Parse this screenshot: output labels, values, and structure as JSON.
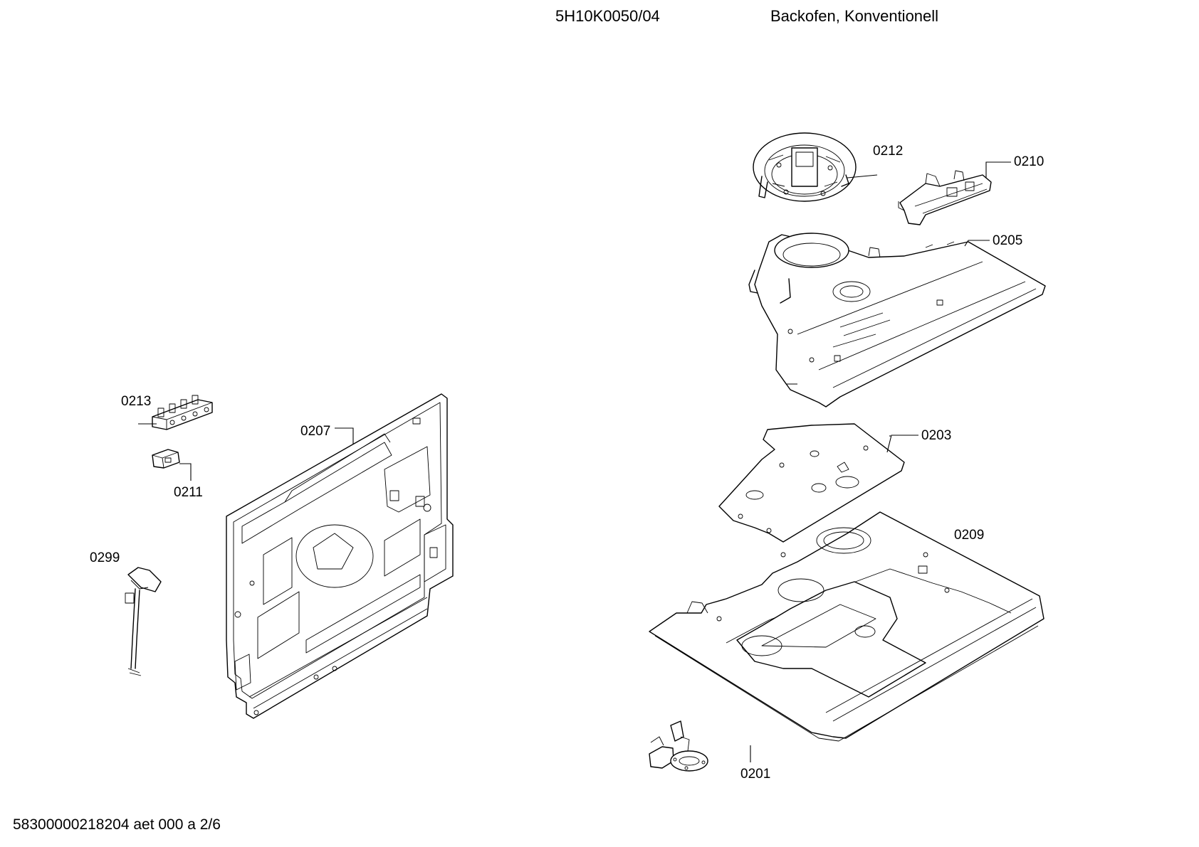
{
  "header": {
    "model_number": "5H10K0050/04",
    "title": "Backofen, Konventionell"
  },
  "footer": {
    "doc_code": "58300000218204 aet 000 a 2/6"
  },
  "parts": {
    "p0212": "0212",
    "p0210": "0210",
    "p0205": "0205",
    "p0203": "0203",
    "p0209": "0209",
    "p0201": "0201",
    "p0213": "0213",
    "p0211": "0211",
    "p0207": "0207",
    "p0299": "0299"
  }
}
